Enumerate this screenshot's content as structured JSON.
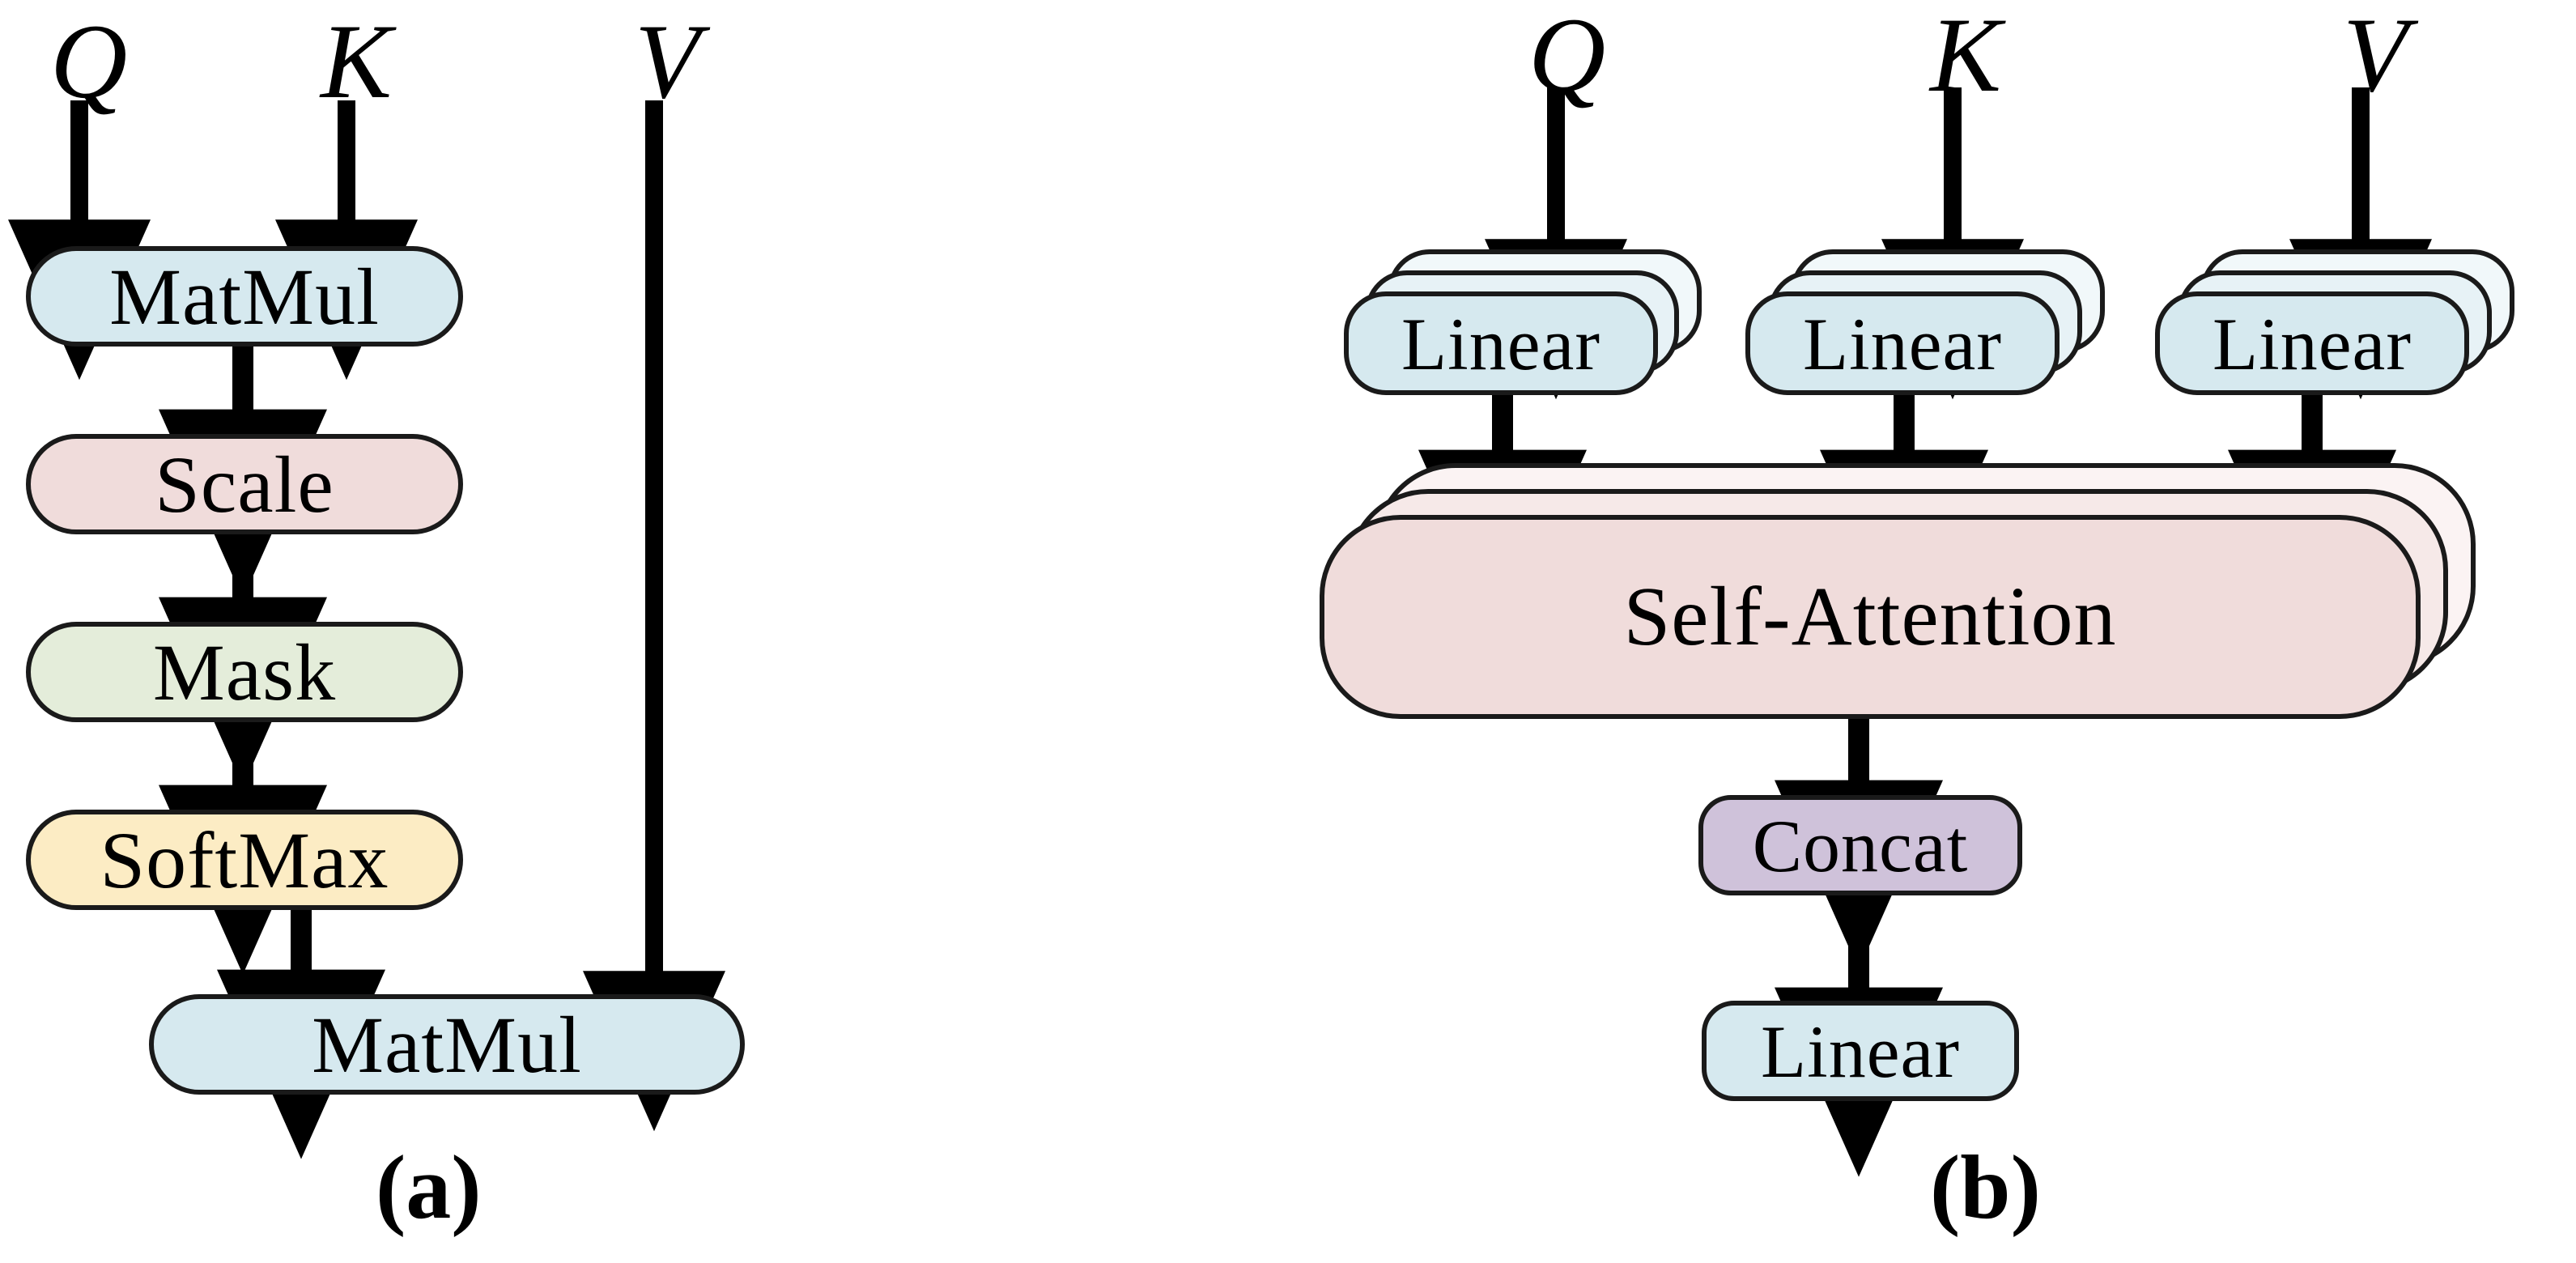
{
  "figure": {
    "background_color": "#ffffff",
    "stroke_color": "#1a1a1a",
    "arrow_color": "#000000"
  },
  "palette": {
    "blue": "#d6e9ef",
    "pink": "#f0dcdb",
    "green": "#e4edda",
    "yellow": "#fcecc4",
    "purple": "#cfc2da",
    "blue_faded_1": "#e7f2f6",
    "blue_faded_2": "#f1f8fa",
    "pink_faded_1": "#f6e9e8",
    "pink_faded_2": "#fbf3f3"
  },
  "panel_a": {
    "caption": "(a)",
    "inputs": [
      {
        "name": "Q",
        "label": "Q"
      },
      {
        "name": "K",
        "label": "K"
      },
      {
        "name": "V",
        "label": "V"
      }
    ],
    "nodes": [
      {
        "id": "matmul-top",
        "label": "MatMul",
        "color": "blue"
      },
      {
        "id": "scale",
        "label": "Scale",
        "color": "pink"
      },
      {
        "id": "mask",
        "label": "Mask",
        "color": "green"
      },
      {
        "id": "softmax",
        "label": "SoftMax",
        "color": "yellow"
      },
      {
        "id": "matmul-bottom",
        "label": "MatMul",
        "color": "blue"
      }
    ],
    "edges": [
      {
        "from": "Q",
        "to": "matmul-top"
      },
      {
        "from": "K",
        "to": "matmul-top"
      },
      {
        "from": "matmul-top",
        "to": "scale"
      },
      {
        "from": "scale",
        "to": "mask"
      },
      {
        "from": "mask",
        "to": "softmax"
      },
      {
        "from": "softmax",
        "to": "matmul-bottom"
      },
      {
        "from": "V",
        "to": "matmul-bottom"
      }
    ]
  },
  "panel_b": {
    "caption": "(b)",
    "inputs": [
      {
        "name": "Q",
        "label": "Q"
      },
      {
        "name": "K",
        "label": "K"
      },
      {
        "name": "V",
        "label": "V"
      }
    ],
    "nodes": [
      {
        "id": "linear-q",
        "label": "Linear",
        "color": "blue",
        "stacked": true,
        "stack_count": 3
      },
      {
        "id": "linear-k",
        "label": "Linear",
        "color": "blue",
        "stacked": true,
        "stack_count": 3
      },
      {
        "id": "linear-v",
        "label": "Linear",
        "color": "blue",
        "stacked": true,
        "stack_count": 3
      },
      {
        "id": "self-attention",
        "label": "Self-Attention",
        "color": "pink",
        "stacked": true,
        "stack_count": 3
      },
      {
        "id": "concat",
        "label": "Concat",
        "color": "purple",
        "stacked": false
      },
      {
        "id": "linear-out",
        "label": "Linear",
        "color": "blue",
        "stacked": false
      }
    ],
    "edges": [
      {
        "from": "Q",
        "to": "linear-q"
      },
      {
        "from": "K",
        "to": "linear-k"
      },
      {
        "from": "V",
        "to": "linear-v"
      },
      {
        "from": "linear-q",
        "to": "self-attention"
      },
      {
        "from": "linear-k",
        "to": "self-attention"
      },
      {
        "from": "linear-v",
        "to": "self-attention"
      },
      {
        "from": "self-attention",
        "to": "concat"
      },
      {
        "from": "concat",
        "to": "linear-out"
      }
    ]
  }
}
